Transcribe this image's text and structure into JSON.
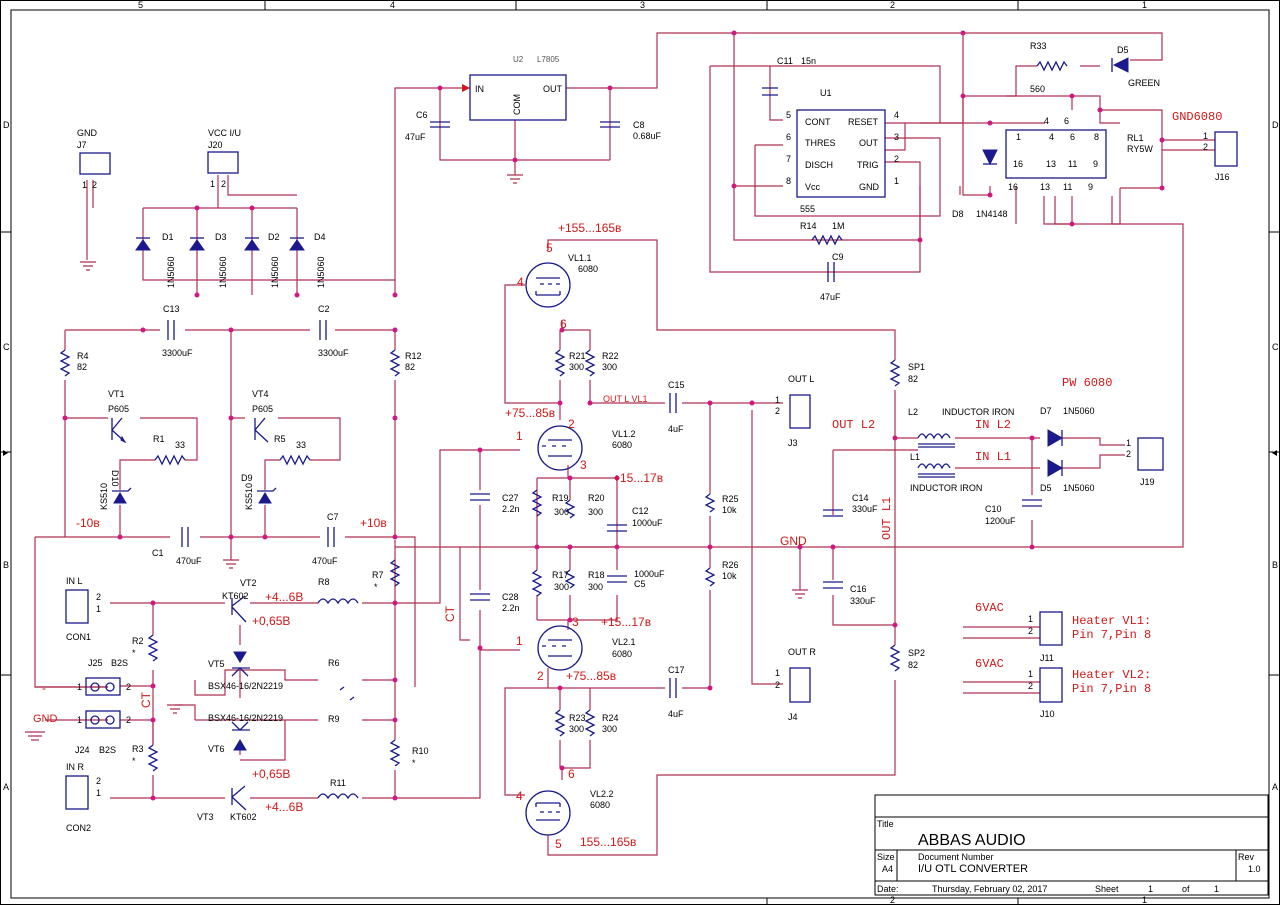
{
  "frame": {
    "cols_top": [
      "5",
      "4",
      "3",
      "2",
      "1"
    ],
    "cols_bottom": [
      "2",
      "1"
    ],
    "rows": [
      "D",
      "C",
      "B",
      "A"
    ]
  },
  "titleblock": {
    "title_label": "Title",
    "title": "ABBAS AUDIO",
    "size_label": "Size",
    "size": "A4",
    "docnum_label": "Document Number",
    "docnum": "I/U OTL CONVERTER",
    "rev_label": "Rev",
    "rev": "1.0",
    "date_label": "Date:",
    "date": "Thursday, February 02, 2017",
    "sheet_label": "Sheet",
    "sheet": "1",
    "of_label": "of",
    "of": "1"
  },
  "connectors": {
    "j7": {
      "name": "GND",
      "ref": "J7",
      "pins": [
        "1",
        "2"
      ]
    },
    "j20": {
      "name": "VCC I/U",
      "ref": "J20",
      "pins": [
        "1",
        "2"
      ]
    },
    "j16": {
      "ref": "J16",
      "pins": [
        "1",
        "2"
      ]
    },
    "j3": {
      "name": "OUT L",
      "ref": "J3",
      "pins": [
        "1",
        "2"
      ]
    },
    "j4": {
      "name": "OUT R",
      "ref": "J4",
      "pins": [
        "1",
        "2"
      ]
    },
    "j19": {
      "ref": "J19",
      "pins": [
        "1",
        "2"
      ]
    },
    "j11": {
      "ref": "J11",
      "pins": [
        "1",
        "2"
      ]
    },
    "j10": {
      "ref": "J10",
      "pins": [
        "1",
        "2"
      ]
    },
    "con1": {
      "name": "IN L",
      "ref": "CON1",
      "pins": [
        "2",
        "1"
      ]
    },
    "con2": {
      "name": "IN R",
      "ref": "CON2",
      "pins": [
        "2",
        "1"
      ]
    },
    "j25": {
      "ref": "J25",
      "type": "B2S",
      "pins": [
        "1",
        "2"
      ]
    },
    "j24": {
      "ref": "J24",
      "type": "B2S",
      "pins": [
        "1",
        "2"
      ]
    }
  },
  "regulator": {
    "ref": "U2",
    "part": "L7805",
    "in": "IN",
    "com": "COM",
    "out": "OUT"
  },
  "timer": {
    "ref": "U1",
    "part": "555",
    "left_pins": [
      {
        "n": "5",
        "name": "CONT"
      },
      {
        "n": "6",
        "name": "THRES"
      },
      {
        "n": "7",
        "name": "DISCH"
      },
      {
        "n": "8",
        "name": "Vcc"
      }
    ],
    "right_pins": [
      {
        "n": "4",
        "name": "RESET"
      },
      {
        "n": "3",
        "name": "OUT"
      },
      {
        "n": "2",
        "name": "TRIG"
      },
      {
        "n": "1",
        "name": "GND"
      }
    ]
  },
  "relay": {
    "ref": "RL1",
    "part": "RY5W",
    "pins_top": [
      "1",
      "4",
      "6",
      "8"
    ],
    "pins_mid": [
      "16",
      "13",
      "11",
      "9"
    ],
    "pins_bot": [
      "16",
      "13",
      "11",
      "9"
    ]
  },
  "diodes": {
    "D1": "1N5060",
    "D3": "1N5060",
    "D2": "1N5060",
    "D4": "1N5060",
    "D5": "GREEN",
    "D8": "1N4148",
    "D7": "1N5060",
    "D5b": "1N5060",
    "D10": "KS510",
    "D9": "KS510"
  },
  "caps": {
    "C6": "47uF",
    "C8": "0.68uF",
    "C11": "15n",
    "C9": "47uF",
    "C13": "3300uF",
    "C2": "3300uF",
    "C1": "470uF",
    "C7": "470uF",
    "C15": "4uF",
    "C17": "4uF",
    "C27": "2.2n",
    "C28": "2.2n",
    "C12": "1000uF",
    "C5": "1000uF",
    "C14": "330uF",
    "C16": "330uF",
    "C10": "1200uF"
  },
  "resistors": {
    "R4": "82",
    "R12": "82",
    "R1": "33",
    "R5": "33",
    "R7": "*",
    "R8": "",
    "R6": "",
    "R9": "",
    "R10": "*",
    "R11": "",
    "R2": "*",
    "R3": "*",
    "R21": "300",
    "R22": "300",
    "R19": "300",
    "R20": "300",
    "R17": "300",
    "R18": "300",
    "R23": "300",
    "R24": "300",
    "R25": "10k",
    "R26": "10k",
    "R14": "1M",
    "R33": "560",
    "SP1": "82",
    "SP2": "82"
  },
  "transistors": {
    "VT1": "P605",
    "VT4": "P605",
    "VT2": "KT602",
    "VT3": "KT602",
    "VT5": "BSX46-16/2N2219",
    "VT6": "BSX46-16/2N2219"
  },
  "tubes": {
    "VL11": {
      "ref": "VL1.1",
      "part": "6080"
    },
    "VL12": {
      "ref": "VL1.2",
      "part": "6080"
    },
    "VL21": {
      "ref": "VL2.1",
      "part": "6080"
    },
    "VL22": {
      "ref": "VL2.2",
      "part": "6080"
    }
  },
  "inductors": {
    "L2": "INDUCTOR IRON",
    "L1": "INDUCTOR IRON"
  },
  "annotations": {
    "v155_top": "+155...165в",
    "v155_bot": "155...165в",
    "v75_top": "+75...85в",
    "v75_bot": "+75...85в",
    "v15_top": "+15...17в",
    "v15_bot": "+15...17в",
    "neg10": "-10в",
    "pos10": "+10в",
    "v46_top": "+4...6B",
    "v46_bot": "+4...6B",
    "v065_top": "+0,65B",
    "v065_bot": "+0,65B",
    "gnd": "GND",
    "gnd_left": "GND",
    "minus": "-",
    "ct1": "CT",
    "ct2": "CT",
    "out_l_vl1": "OUT L VL1",
    "out_l2": "OUT L2",
    "out_l1": "OUT L1",
    "in_l2": "IN L2",
    "in_l1": "IN L1",
    "pw6080": "PW 6080",
    "gnd6080": "GND6080",
    "vac1": "6VAC",
    "vac2": "6VAC",
    "heater1_a": "Heater VL1:",
    "heater1_b": "Pin 7,Pin 8",
    "heater2_a": "Heater VL2:",
    "heater2_b": "Pin 7,Pin 8",
    "one_a": "1",
    "one_b": "1",
    "five_a": "5",
    "five_b": "5",
    "two_a": "2",
    "two_b": "2",
    "three_a": "3",
    "three_b": "3",
    "four_a": "4",
    "four_b": "4",
    "six_a": "6",
    "six_b": "6"
  }
}
